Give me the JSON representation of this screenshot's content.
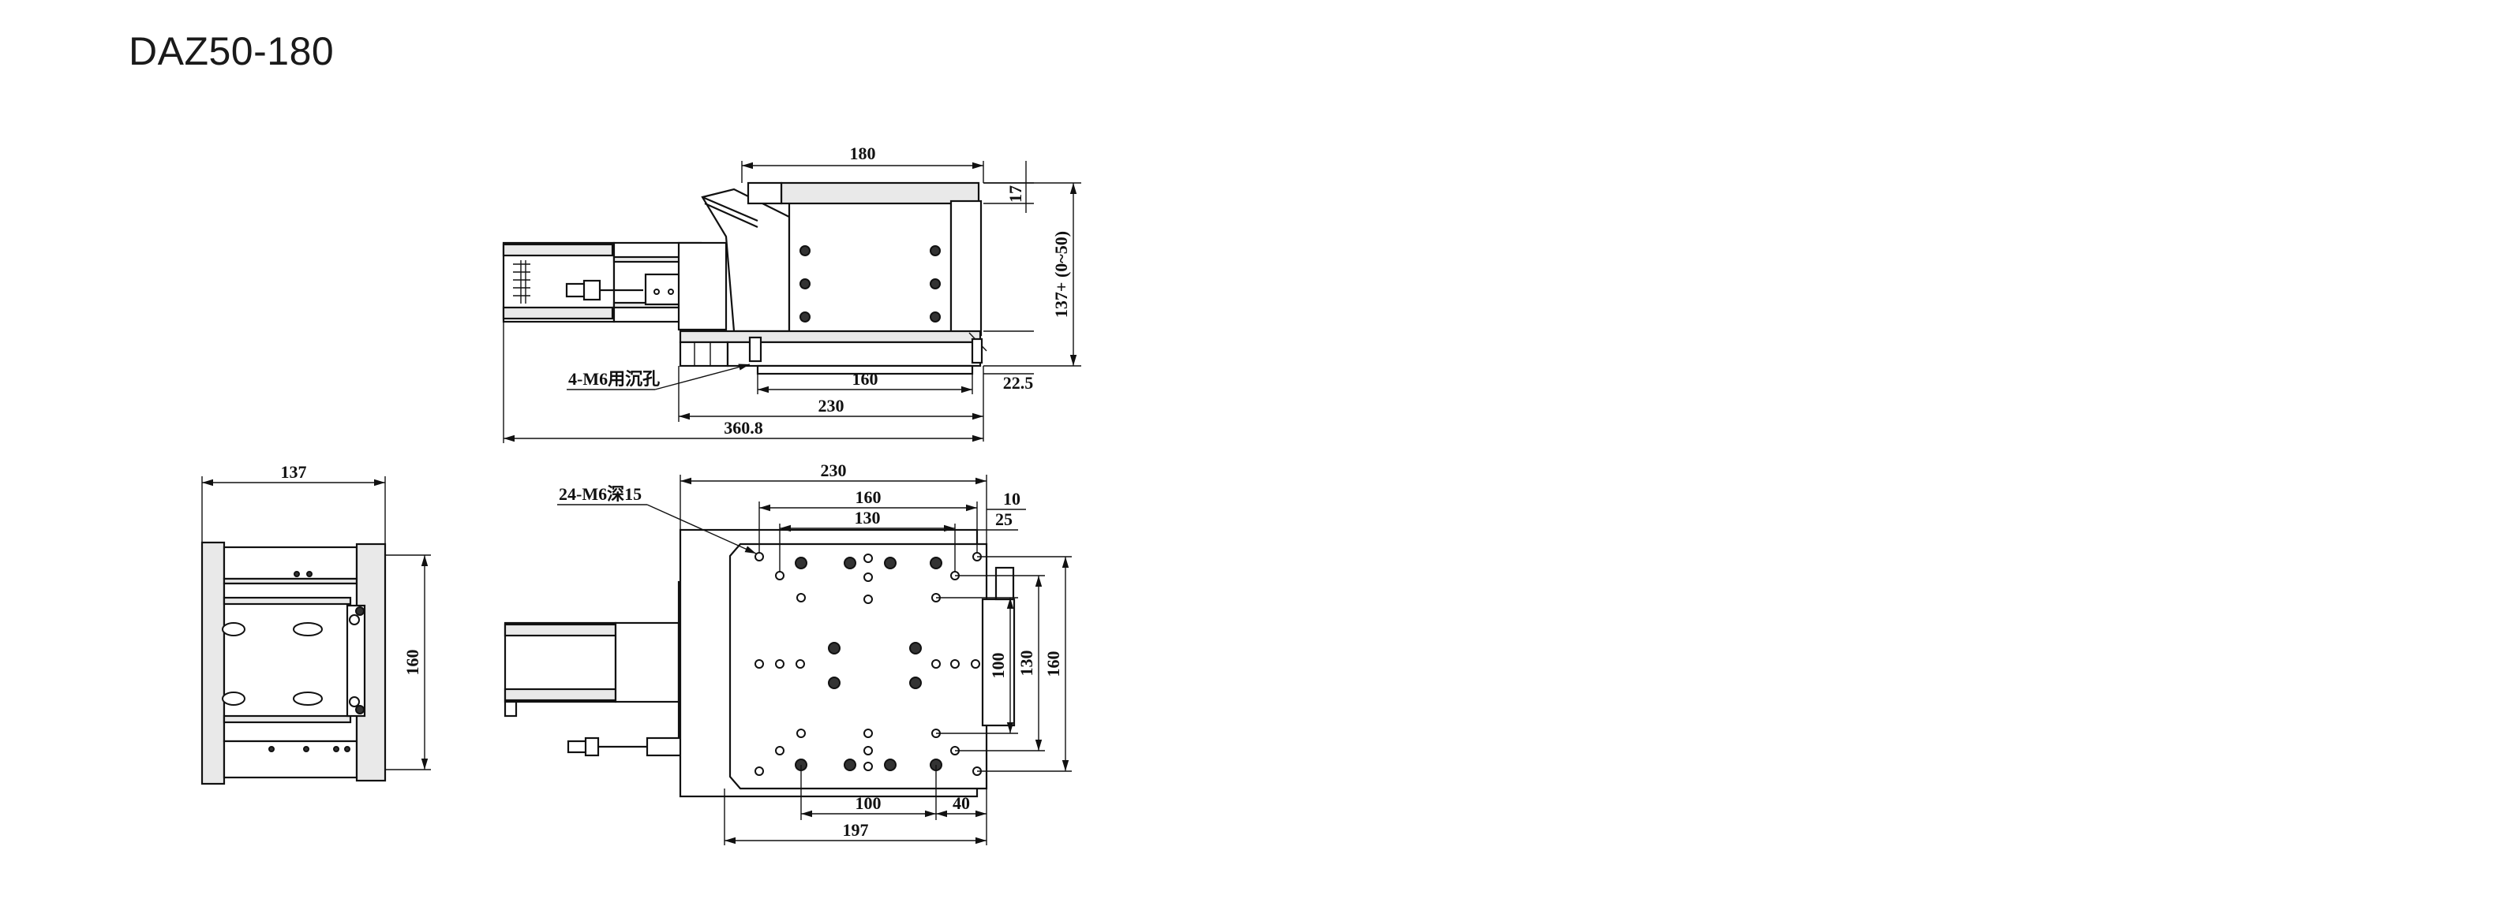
{
  "title": "DAZ50-180",
  "front_view": {
    "dims": {
      "top_width": "180",
      "top_plate_thickness": "17",
      "height_range": "137+ (0~50)",
      "base_inner": "160",
      "base_outer": "230",
      "base_step": "22.5",
      "total_length": "360.8"
    },
    "note": "4-M6用沉孔"
  },
  "side_view": {
    "dims": {
      "width": "137",
      "height": "160"
    }
  },
  "top_view": {
    "dims": {
      "overall_width": "230",
      "hole_span_outer": "160",
      "hole_span_inner": "130",
      "edge_offset_a": "10",
      "edge_offset_b": "25",
      "vert_100": "100",
      "vert_130": "130",
      "vert_160": "160",
      "bottom_100": "100",
      "bottom_40": "40",
      "bottom_197": "197"
    },
    "note": "24-M6深15"
  }
}
